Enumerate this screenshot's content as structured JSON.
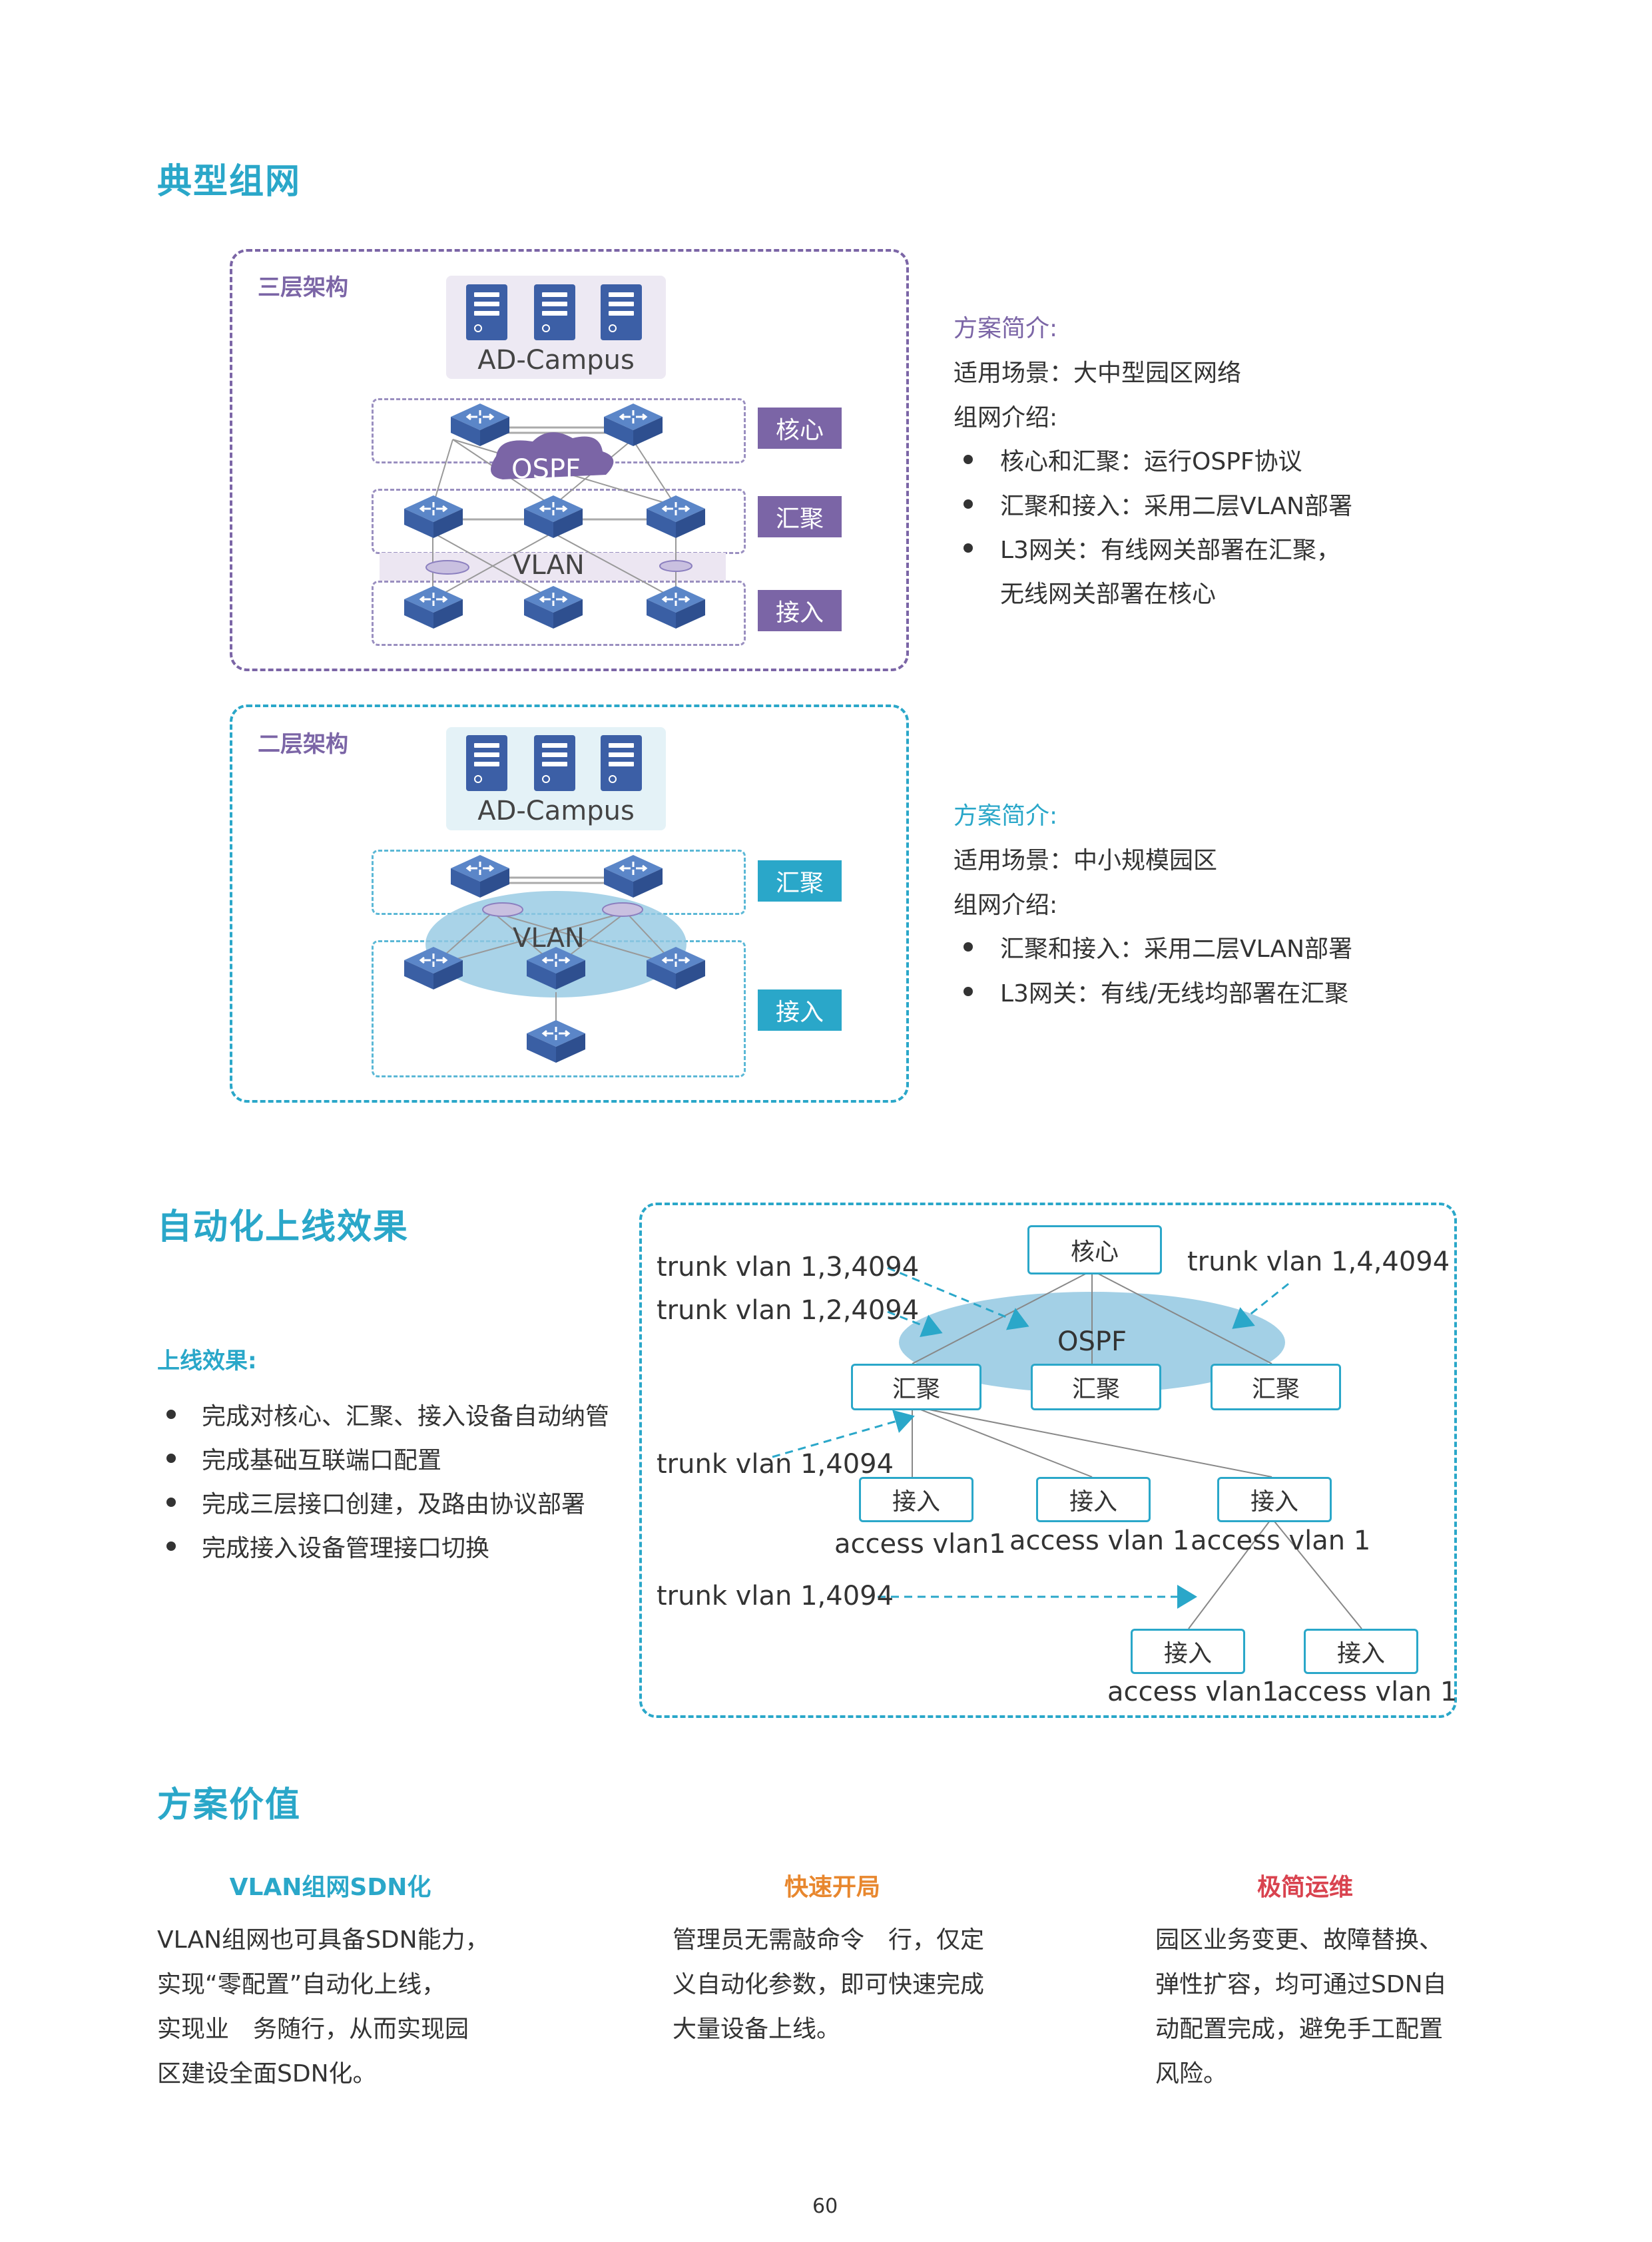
{
  "sections": {
    "typical_network": "典型组网",
    "auto_online": "自动化上线效果",
    "value": "方案价值"
  },
  "three_layer": {
    "title": "三层架构",
    "server_name": "AD-Campus",
    "ospf_label": "OSPF",
    "vlan_label": "VLAN",
    "tiers": [
      "核心",
      "汇聚",
      "接入"
    ],
    "intro": {
      "head": "方案简介:",
      "scene": "适用场景：大中型园区网络",
      "network": "组网介绍:",
      "bullets": [
        "核心和汇聚：运行OSPF协议",
        "汇聚和接入：采用二层VLAN部署",
        "L3网关：有线网关部署在汇聚，"
      ],
      "bullet_cont": "无线网关部署在核心"
    }
  },
  "two_layer": {
    "title": "二层架构",
    "server_name": "AD-Campus",
    "vlan_label": "VLAN",
    "tiers": [
      "汇聚",
      "接入"
    ],
    "intro": {
      "head": "方案简介:",
      "scene": "适用场景：中小规模园区",
      "network": "组网介绍:",
      "bullets": [
        "汇聚和接入：采用二层VLAN部署",
        "L3网关：有线/无线均部署在汇聚"
      ]
    }
  },
  "online_effect": {
    "subtitle": "上线效果:",
    "bullets": [
      "完成对核心、汇聚、接入设备自动纳管",
      "完成基础互联端口配置",
      "完成三层接口创建，及路由协议部署",
      "完成接入设备管理接口切换"
    ]
  },
  "topology": {
    "core": "核心",
    "ospf": "OSPF",
    "agg": [
      "汇聚",
      "汇聚",
      "汇聚"
    ],
    "access_row1": [
      "接入",
      "接入",
      "接入"
    ],
    "access_row2": [
      "接入",
      "接入"
    ],
    "trunk_labels": [
      "trunk vlan 1,3,4094",
      "trunk vlan 1,2,4094",
      "trunk vlan 1,4,4094",
      "trunk vlan 1,4094",
      "trunk vlan 1,4094"
    ],
    "access_vlans_row1": [
      "access vlan1",
      "access vlan 1",
      "access vlan 1"
    ],
    "access_vlans_row2": [
      "access vlan1",
      "access vlan 1"
    ]
  },
  "values": [
    {
      "title": "VLAN组网SDN化",
      "color": "#2aa7c9",
      "lines": [
        "VLAN组网也可具备SDN能力，",
        "实现“零配置”自动化上线，",
        "实现业　务随行，从而实现园",
        "区建设全面SDN化。"
      ]
    },
    {
      "title": "快速开局",
      "color": "#e8872e",
      "lines": [
        "管理员无需敲命令　行，仅定",
        "义自动化参数，即可快速完成",
        "大量设备上线。"
      ]
    },
    {
      "title": "极简运维",
      "color": "#d9434f",
      "lines": [
        "园区业务变更、故障替换、",
        "弹性扩容，均可通过SDN自",
        "动配置完成，避免手工配置",
        "风险。"
      ]
    }
  ],
  "page_number": "60",
  "colors": {
    "accent": "#2aa7c9",
    "purple": "#7b65a6",
    "device": "#3c5fa6"
  }
}
